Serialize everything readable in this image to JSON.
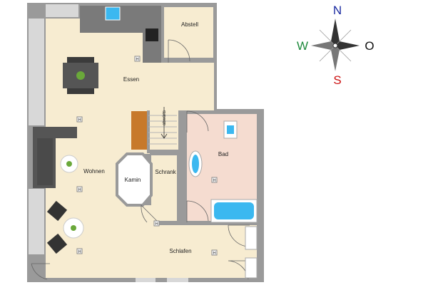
{
  "rooms": {
    "abstell": "Abstell",
    "essen": "Essen",
    "wohnen": "Wohnen",
    "kamin": "Kamin",
    "schrank": "Schrank",
    "bad": "Bad",
    "schlafen": "Schlafen"
  },
  "stairs_label": "abwärts",
  "compass": {
    "north": "N",
    "south": "S",
    "west": "W",
    "east": "O",
    "colors": {
      "north": "#1a2aa0",
      "south": "#cc1010",
      "west": "#1e8a3c",
      "east": "#111111"
    }
  },
  "socket_marker": "H",
  "colors": {
    "floor_main": "#f7ecd1",
    "floor_bath": "#f5dcd0",
    "wall": "#9a9a9a",
    "window": "#d8d8d8",
    "water": "#3bb8f0",
    "furniture_dark": "#3b3b3b",
    "stair_wood": "#c7792b"
  }
}
